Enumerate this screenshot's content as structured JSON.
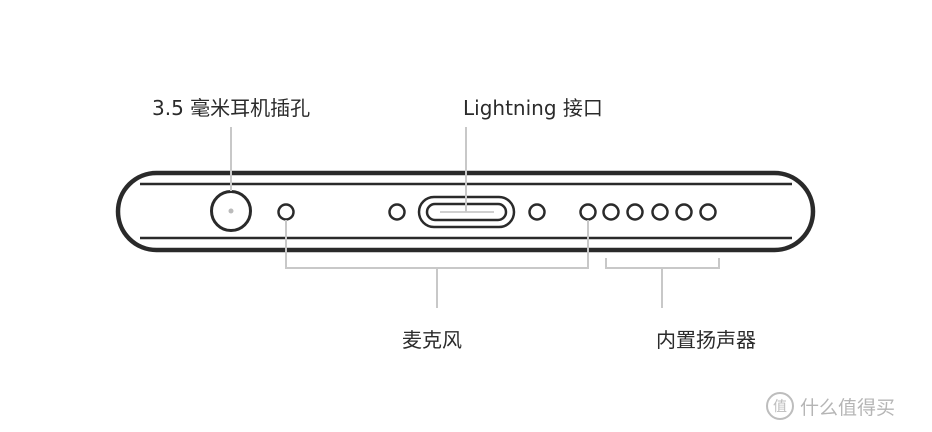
{
  "labels": {
    "headphone_jack": "3.5 毫米耳机插孔",
    "lightning": "Lightning 接口",
    "microphone": "麦克风",
    "speaker": "内置扬声器"
  },
  "watermark": {
    "logo": "值",
    "text": "什么值得买"
  },
  "colors": {
    "outline": "#2a2a2a",
    "callout_line": "#c8c8c8",
    "text": "#2b2b2b"
  }
}
